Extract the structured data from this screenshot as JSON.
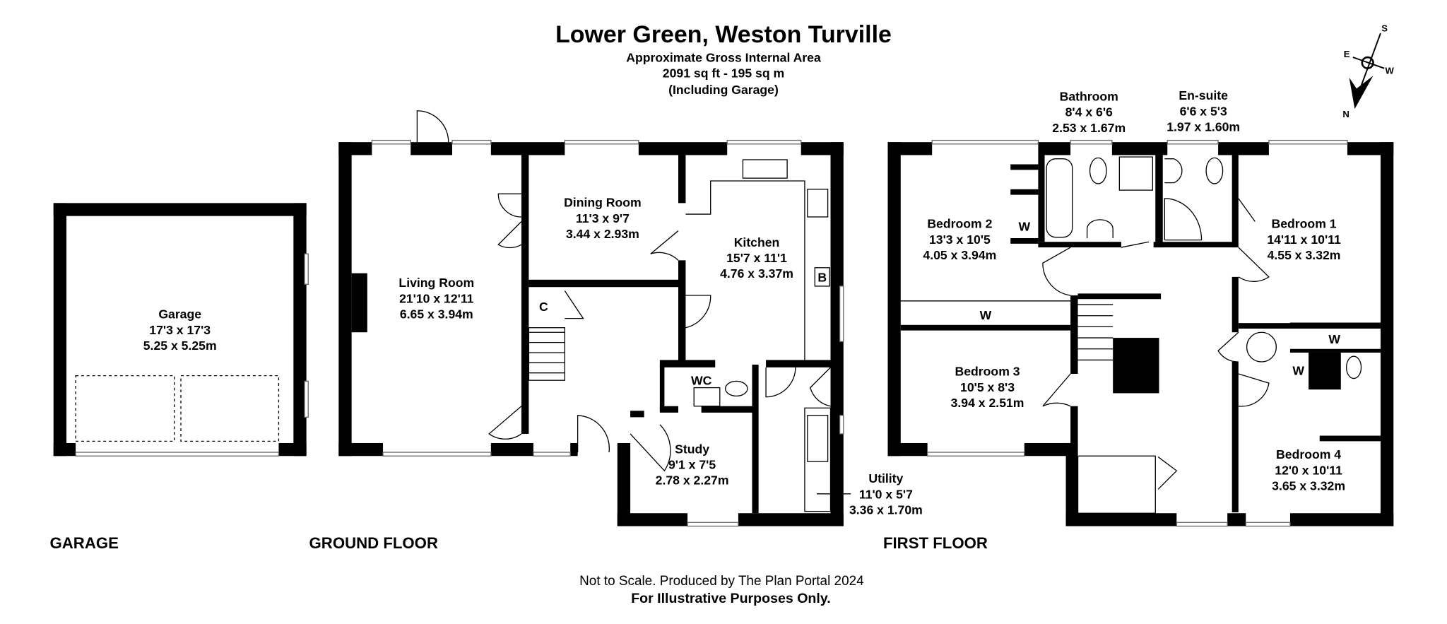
{
  "header": {
    "title": "Lower Green, Weston Turville",
    "area_label": "Approximate Gross Internal Area",
    "area_value": "2091 sq ft - 195 sq m",
    "area_note": "(Including Garage)"
  },
  "compass": {
    "n": "N",
    "s": "S",
    "e": "E",
    "w": "W"
  },
  "floors": {
    "garage": "GARAGE",
    "ground": "GROUND FLOOR",
    "first": "FIRST FLOOR"
  },
  "rooms": {
    "garage": {
      "name": "Garage",
      "imperial": "17'3 x 17'3",
      "metric": "5.25 x 5.25m"
    },
    "living": {
      "name": "Living Room",
      "imperial": "21'10 x 12'11",
      "metric": "6.65 x 3.94m"
    },
    "dining": {
      "name": "Dining Room",
      "imperial": "11'3 x 9'7",
      "metric": "3.44 x 2.93m"
    },
    "kitchen": {
      "name": "Kitchen",
      "imperial": "15'7 x 11'1",
      "metric": "4.76 x 3.37m"
    },
    "study": {
      "name": "Study",
      "imperial": "9'1 x 7'5",
      "metric": "2.78 x 2.27m"
    },
    "utility": {
      "name": "Utility",
      "imperial": "11'0 x 5'7",
      "metric": "3.36 x 1.70m"
    },
    "wc": {
      "name": "WC"
    },
    "bathroom": {
      "name": "Bathroom",
      "imperial": "8'4 x 6'6",
      "metric": "2.53 x 1.67m"
    },
    "ensuite": {
      "name": "En-suite",
      "imperial": "6'6 x 5'3",
      "metric": "1.97 x 1.60m"
    },
    "bed1": {
      "name": "Bedroom 1",
      "imperial": "14'11 x 10'11",
      "metric": "4.55 x 3.32m"
    },
    "bed2": {
      "name": "Bedroom 2",
      "imperial": "13'3 x 10'5",
      "metric": "4.05 x 3.94m"
    },
    "bed3": {
      "name": "Bedroom 3",
      "imperial": "10'5 x 8'3",
      "metric": "3.94 x 2.51m"
    },
    "bed4": {
      "name": "Bedroom 4",
      "imperial": "12'0 x 10'11",
      "metric": "3.65 x 3.32m"
    }
  },
  "markers": {
    "cupboard": "C",
    "boiler": "B",
    "wardrobe": "W"
  },
  "footer": {
    "line1": "Not to Scale. Produced by The Plan Portal 2024",
    "line2": "For Illustrative Purposes Only."
  }
}
